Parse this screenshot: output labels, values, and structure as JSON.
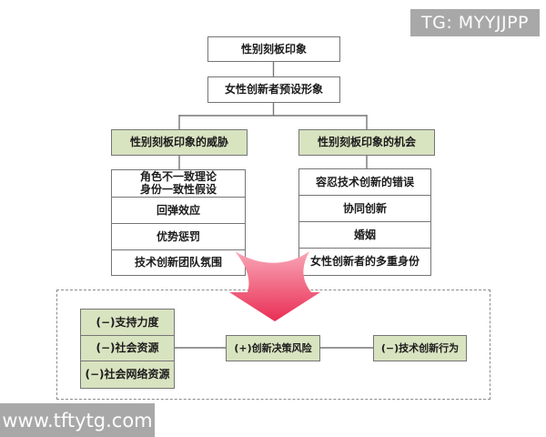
{
  "watermarks": {
    "top_right": "TG: MYYJJPP",
    "bottom_left": "www.tftytg.com"
  },
  "colors": {
    "box_green": "#d8e3c0",
    "border_gray": "#757575",
    "text": "#1c1c1c",
    "arrow_top": "#f9a6b6",
    "arrow_bottom": "#e92e54",
    "watermark_bg": "#a8a8a8",
    "dashed_gray": "#8c8c8c"
  },
  "flow": {
    "root": "性别刻板印象",
    "level2": "女性创新者预设形象",
    "branches": {
      "left": {
        "header": "性别刻板印象的威胁",
        "items": [
          "角色不一致理论\n身份一致性假设",
          "回弹效应",
          "优势惩罚",
          "技术创新团队氛围"
        ]
      },
      "right": {
        "header": "性别刻板印象的机会",
        "items": [
          "容忍技术创新的错误",
          "协同创新",
          "婚姻",
          "女性创新者的多重身份"
        ]
      }
    }
  },
  "outcome_model": {
    "antecedents": [
      "(−)支持力度",
      "(−)社会资源",
      "(−)社会网络资源"
    ],
    "mediator": "(+)创新决策风险",
    "behavior": "(−)技术创新行为"
  }
}
